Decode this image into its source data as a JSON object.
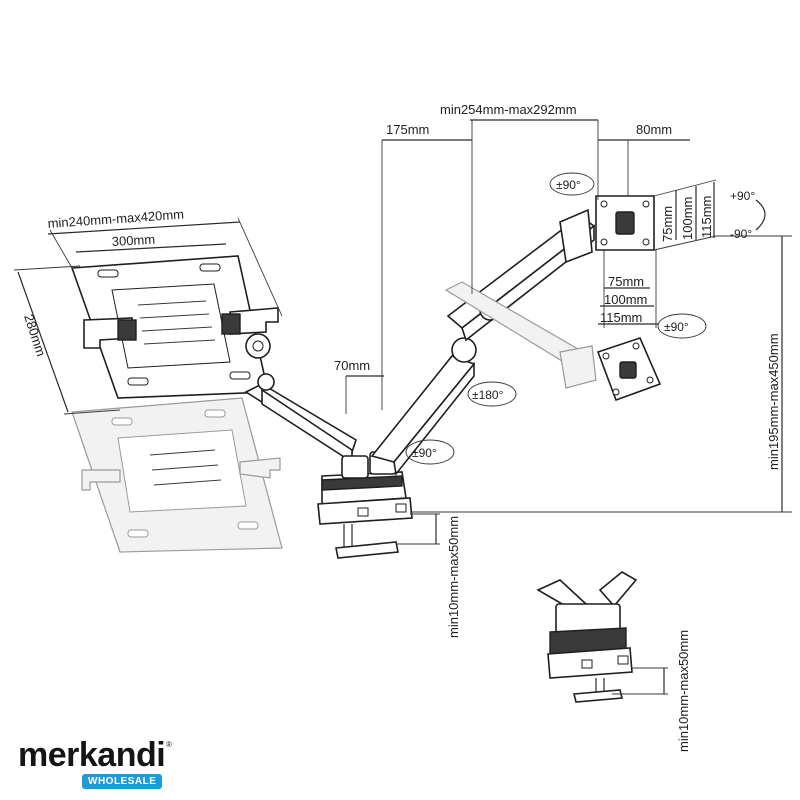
{
  "dimensions": {
    "arm_length": "min254mm-max292mm",
    "upper_offset": "175mm",
    "head_offset": "80mm",
    "tray_width_range": "min240mm-max420mm",
    "tray_width": "300mm",
    "tray_depth": "280mm",
    "pole_offset": "70mm",
    "height_range": "min195mm-max450mm",
    "clamp_range": "min10mm-max50mm",
    "detail_clamp_range": "min10mm-max50mm",
    "vesa_75_h": "75mm",
    "vesa_100_h": "100mm",
    "vesa_115_h": "115mm",
    "vesa_75_v": "75mm",
    "vesa_100_v": "100mm",
    "vesa_115_v": "115mm"
  },
  "rotations": {
    "head_swivel": "±90°",
    "tilt_up": "+90°",
    "tilt_down": "-90°",
    "plate_rotate": "±90°",
    "elbow_swivel": "±180°",
    "base_swivel": "±90°"
  },
  "brand": {
    "name": "merkandi",
    "tagline": "WHOLESALE",
    "mark": "®"
  }
}
